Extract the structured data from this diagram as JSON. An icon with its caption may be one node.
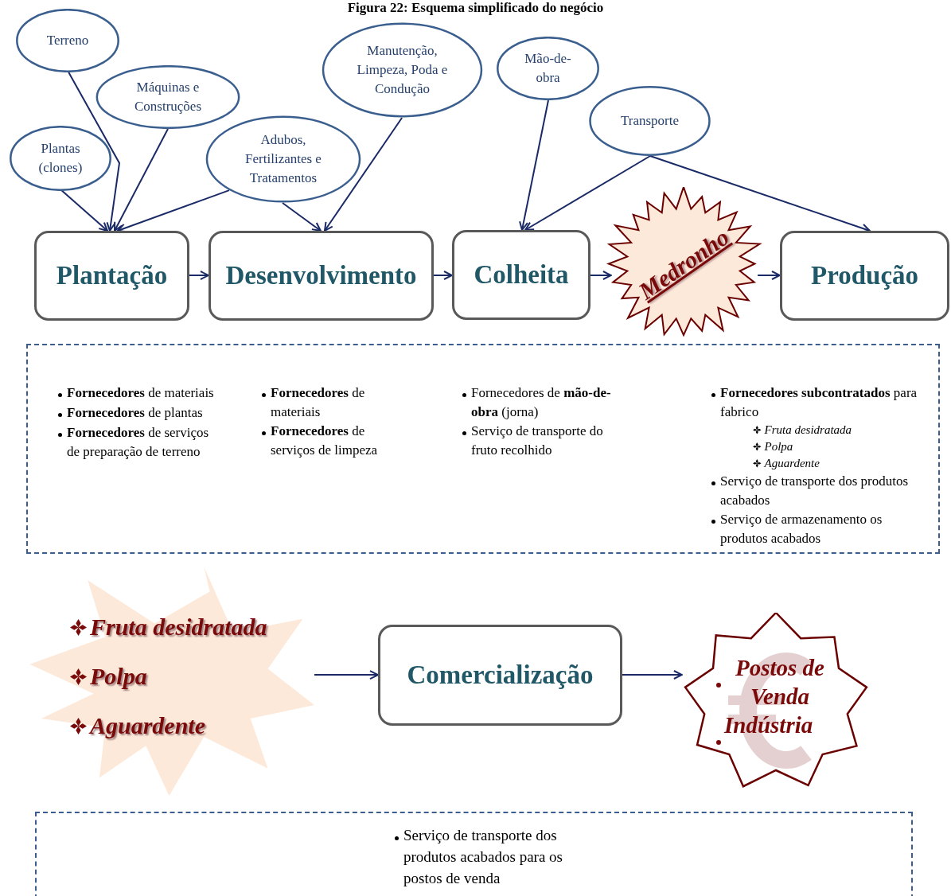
{
  "diagram": {
    "title": "Figura 22: Esquema simplificado do negócio",
    "nodes": [
      {
        "text": [
          "Terreno"
        ]
      },
      {
        "text": [
          "Máquinas e Construções"
        ]
      },
      {
        "text": [
          "Plantas (clones)"
        ]
      },
      {
        "text": [
          "Adubos, Fertilizantes e Tratamentos"
        ]
      },
      {
        "text": [
          "Manutenção, Limpeza, Poda e Condução"
        ]
      },
      {
        "text": [
          "Mão-de-obra"
        ]
      },
      {
        "text": [
          "Transporte"
        ]
      },
      {
        "text": [
          "Plantação"
        ]
      },
      {
        "text": [
          "Desenvolvimento"
        ]
      },
      {
        "text": [
          "Colheita"
        ]
      },
      {
        "text": [
          "Medronho"
        ]
      },
      {
        "text": [
          "Produção"
        ]
      },
      {
        "text": [
          "**Fornecedores** de materiais",
          "**Fornecedores** de plantas",
          "**Fornecedores** de serviços de preparação de terreno",
          "**Fornecedores** de materiais",
          "**Fornecedores** de serviços de limpeza",
          "Fornecedores de **mão-de-obra** (jorna)",
          "Serviço de transporte do fruto recolhido",
          "**Fornecedores subcontratados** para fabrico",
          "Fruta desidratada",
          "Polpa",
          "Aguardente",
          "Serviço de transporte dos produtos acabados",
          "Serviço de armazenamento os produtos acabados"
        ]
      },
      {
        "text": [
          "Fruta desidratada",
          "Polpa",
          "Aguardente"
        ]
      },
      {
        "text": [
          "Comercialização"
        ]
      },
      {
        "text": [
          "Postos de Venda",
          "Indústria"
        ]
      },
      {
        "text": [
          "Serviço de transporte dos produtos acabados para os postos de venda"
        ]
      }
    ],
    "edges": [
      {
        "from": 0,
        "to": 7,
        "arrow": "to"
      },
      {
        "from": 2,
        "to": 7,
        "arrow": "to"
      },
      {
        "from": 1,
        "to": 7,
        "arrow": "to"
      },
      {
        "from": 3,
        "to": 7,
        "arrow": "to"
      },
      {
        "from": 3,
        "to": 8,
        "arrow": "to"
      },
      {
        "from": 4,
        "to": 8,
        "arrow": "to"
      },
      {
        "from": 5,
        "to": 9,
        "arrow": "to"
      },
      {
        "from": 6,
        "to": 9,
        "arrow": "to"
      },
      {
        "from": 6,
        "to": 11,
        "arrow": "to"
      },
      {
        "from": 7,
        "to": 8,
        "arrow": "to"
      },
      {
        "from": 8,
        "to": 9,
        "arrow": "to"
      },
      {
        "from": 9,
        "to": 10,
        "arrow": "to"
      },
      {
        "from": 10,
        "to": 11,
        "arrow": "to"
      },
      {
        "from": 13,
        "to": 14,
        "arrow": "to"
      },
      {
        "from": 14,
        "to": 15,
        "arrow": "to"
      }
    ]
  }
}
